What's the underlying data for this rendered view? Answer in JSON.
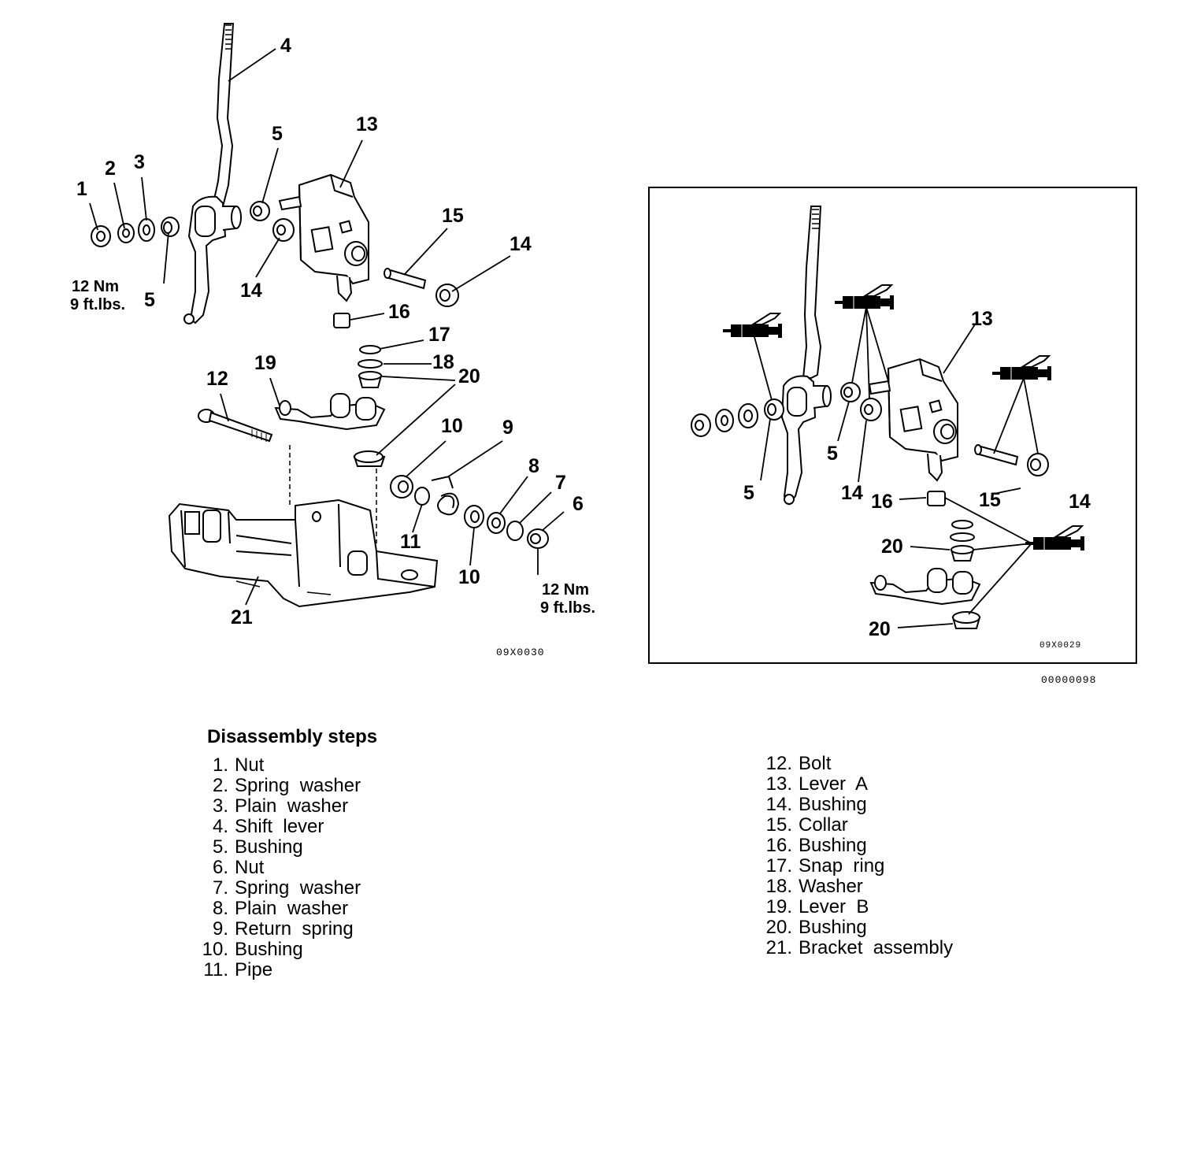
{
  "left_diagram": {
    "callouts": {
      "c1": "1",
      "c2": "2",
      "c3": "3",
      "c4": "4",
      "c5a": "5",
      "c5b": "5",
      "c6": "6",
      "c7": "7",
      "c8": "8",
      "c9": "9",
      "c10a": "10",
      "c10b": "10",
      "c11": "11",
      "c12": "12",
      "c13": "13",
      "c14a": "14",
      "c14b": "14",
      "c15": "15",
      "c16": "16",
      "c17": "17",
      "c18": "18",
      "c19": "19",
      "c20": "20",
      "c21": "21"
    },
    "torque_left": {
      "line1": "12 Nm",
      "line2": "9 ft.lbs."
    },
    "torque_right": {
      "line1": "12 Nm",
      "line2": "9 ft.lbs."
    },
    "code": "09X0030"
  },
  "inset_diagram": {
    "callouts": {
      "c5a": "5",
      "c5b": "5",
      "c13": "13",
      "c14a": "14",
      "c14b": "14",
      "c15": "15",
      "c16": "16",
      "c20a": "20",
      "c20b": "20"
    },
    "code": "09X0029"
  },
  "figure_code": "00000098",
  "steps_title": "Disassembly steps",
  "steps_left": [
    {
      "num": "1.",
      "label": "Nut"
    },
    {
      "num": "2.",
      "label": "Spring  washer"
    },
    {
      "num": "3.",
      "label": "Plain  washer"
    },
    {
      "num": "4.",
      "label": "Shift  lever"
    },
    {
      "num": "5.",
      "label": "Bushing"
    },
    {
      "num": "6.",
      "label": "Nut"
    },
    {
      "num": "7.",
      "label": "Spring  washer"
    },
    {
      "num": "8.",
      "label": "Plain  washer"
    },
    {
      "num": "9.",
      "label": "Return  spring"
    },
    {
      "num": "10.",
      "label": "Bushing"
    },
    {
      "num": "11.",
      "label": "Pipe"
    }
  ],
  "steps_right": [
    {
      "num": "12.",
      "label": "Bolt"
    },
    {
      "num": "13.",
      "label": "Lever  A"
    },
    {
      "num": "14.",
      "label": "Bushing"
    },
    {
      "num": "15.",
      "label": "Collar"
    },
    {
      "num": "16.",
      "label": "Bushing"
    },
    {
      "num": "17.",
      "label": "Snap  ring"
    },
    {
      "num": "18.",
      "label": "Washer"
    },
    {
      "num": "19.",
      "label": "Lever  B"
    },
    {
      "num": "20.",
      "label": "Bushing"
    },
    {
      "num": "21.",
      "label": "Bracket  assembly"
    }
  ]
}
